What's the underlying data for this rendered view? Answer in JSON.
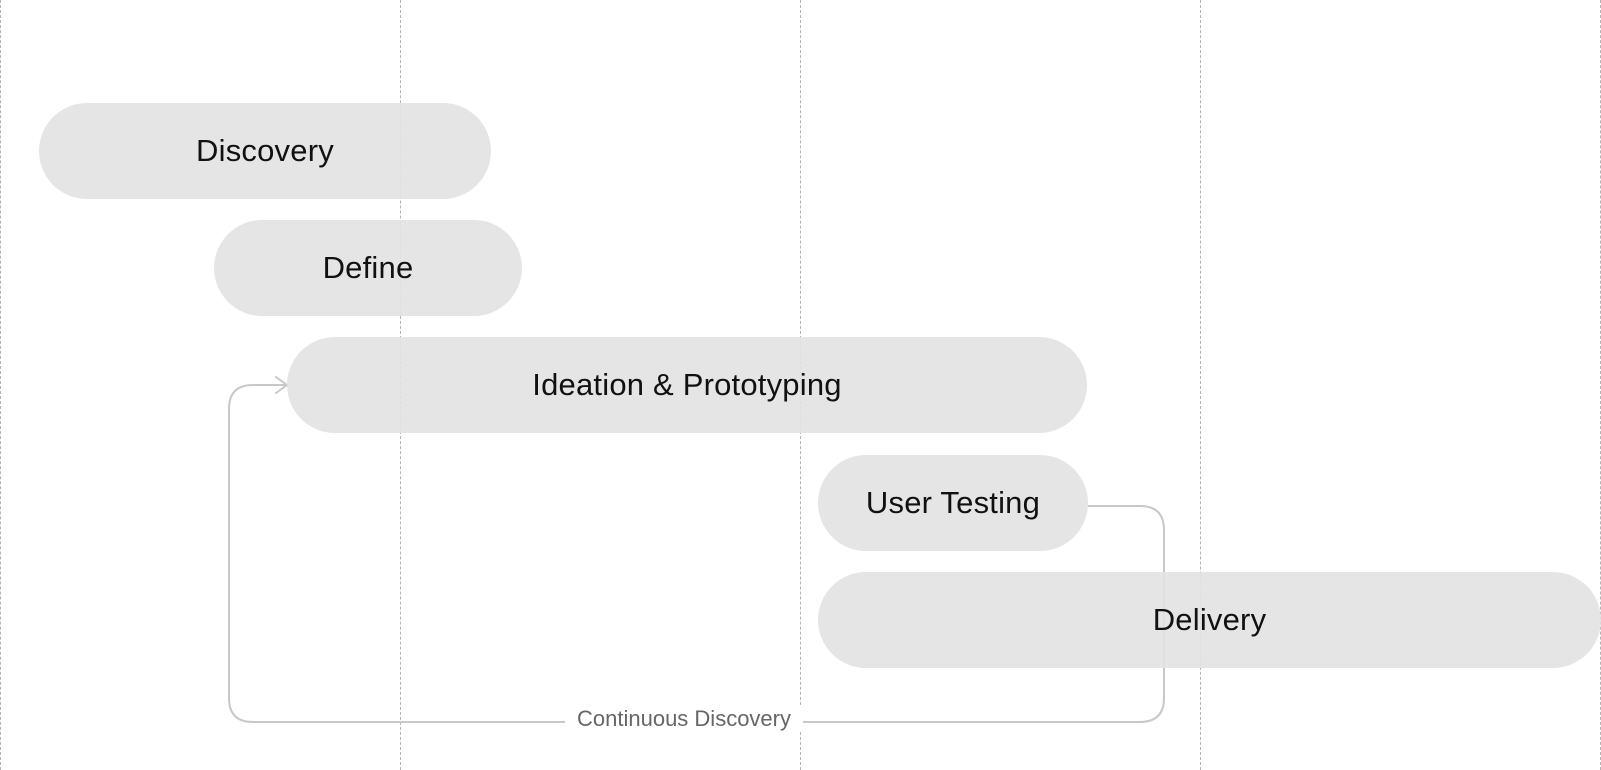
{
  "diagram": {
    "phases": [
      {
        "id": "discovery",
        "label": "Discovery"
      },
      {
        "id": "define",
        "label": "Define"
      },
      {
        "id": "ideation",
        "label": "Ideation & Prototyping"
      },
      {
        "id": "user-testing",
        "label": "User Testing"
      },
      {
        "id": "delivery",
        "label": "Delivery"
      }
    ],
    "loop": {
      "label": "Continuous Discovery",
      "from": "user-testing",
      "to": "ideation"
    },
    "colors": {
      "pill_fill": "#e2e2e2",
      "text": "#111111",
      "connector": "#c8c8c8",
      "gridline": "#b3b3b3",
      "loop_label": "#666666"
    }
  }
}
